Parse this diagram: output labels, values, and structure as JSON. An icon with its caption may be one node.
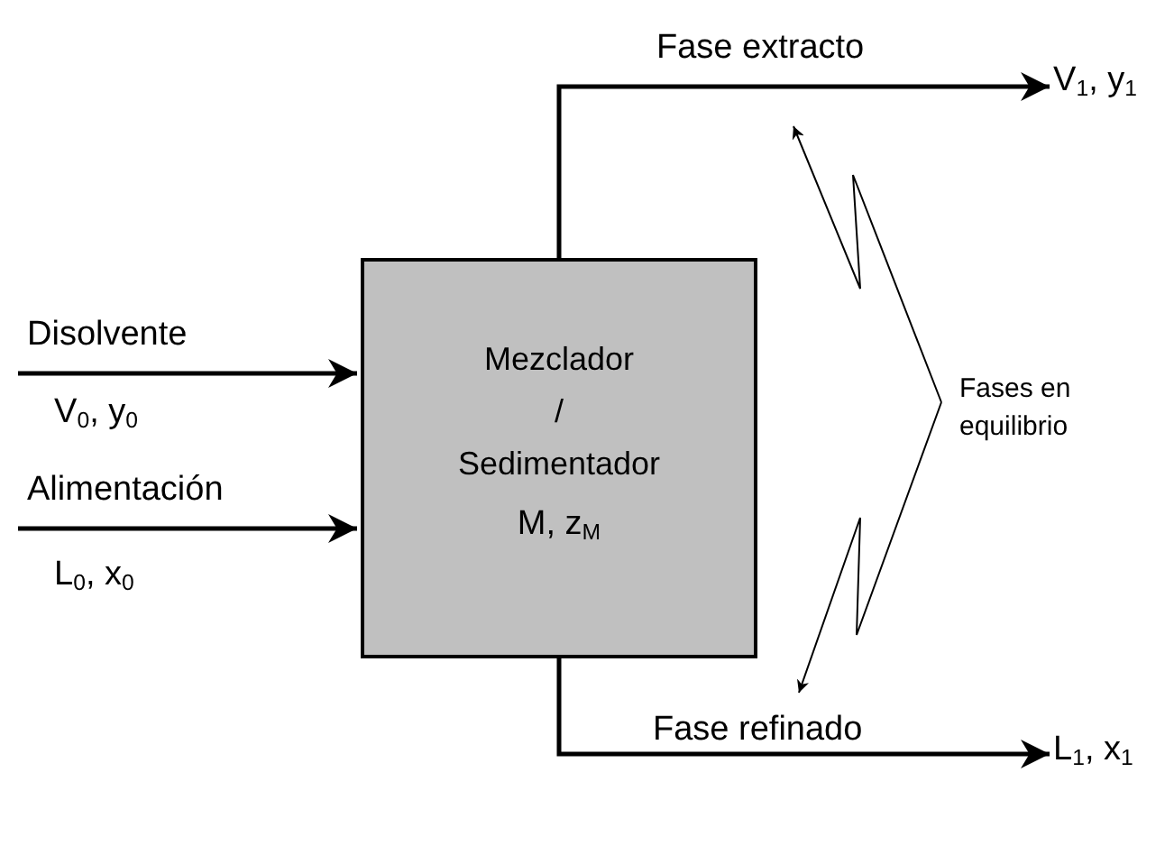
{
  "diagram": {
    "nodes": [
      {
        "text": [
          "Mezclador / Sedimentador",
          "M, z$_{M}$"
        ]
      },
      {
        "text": [
          "V$_{1}$, y$_{1}$"
        ]
      },
      {
        "text": [
          "L$_{1}$, x$_{1}$"
        ]
      },
      {
        "text": [
          "Fases en equilibrio"
        ]
      }
    ],
    "edges": [
      {
        "from": null,
        "to": 0,
        "arrow": "to",
        "label": "Disolvente"
      },
      {
        "from": null,
        "to": 0,
        "arrow": "to",
        "label": "Alimentación"
      },
      {
        "from": 0,
        "to": 1,
        "arrow": "to",
        "label": "Fase extracto"
      },
      {
        "from": 0,
        "to": 2,
        "arrow": "to",
        "label": "Fase refinado"
      },
      {
        "from": 3,
        "to": null,
        "arrow": "to"
      },
      {
        "from": 3,
        "to": null,
        "arrow": "to"
      }
    ],
    "labels": [
      "V$_{0}$, y$_{0}$",
      "L$_{0}$, x$_{0}$"
    ]
  }
}
